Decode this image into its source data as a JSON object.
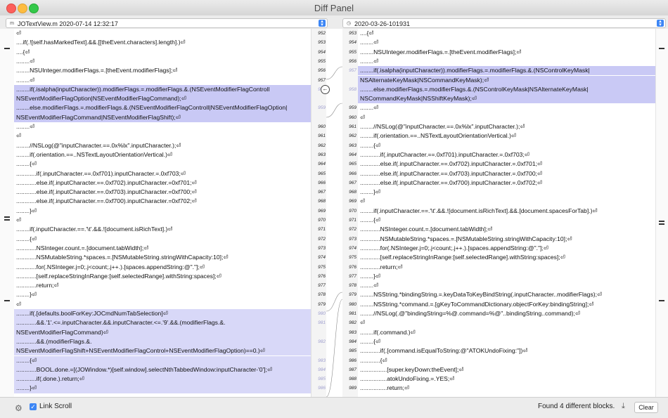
{
  "window": {
    "title": "Diff Panel"
  },
  "left_file": {
    "label": "JOTextView.m 2020-07-14 12:32:17"
  },
  "right_file": {
    "label": "2020-03-26-101931"
  },
  "left_lines": [
    {
      "n": "952",
      "t": "⏎",
      "hl": 0
    },
    {
      "n": "953",
      "t": "....if(.![self.hasMarkedText].&&.[[theEvent.characters].length].)⏎",
      "hl": 0
    },
    {
      "n": "954",
      "t": "....{⏎",
      "hl": 0
    },
    {
      "n": "955",
      "t": "........⏎",
      "hl": 0
    },
    {
      "n": "956",
      "t": "........NSUInteger.modifierFlags.=.[theEvent.modifierFlags];⏎",
      "hl": 0
    },
    {
      "n": "957",
      "t": "........⏎",
      "hl": 0
    },
    {
      "n": "958",
      "t": "........if(.isalpha(inputCharacter)).modifierFlags.=.modifierFlags.&.(NSEventModifierFlagControll",
      "hl": 2
    },
    {
      "n": "",
      "t": "NSEventModifierFlagOption|NSEventModifierFlagCommand);⏎",
      "hl": 2
    },
    {
      "n": "959",
      "t": "........else.modifierFlags.=.modifierFlags.&.(NSEventModifierFlagControll|NSEventModifierFlagOption|",
      "hl": 2
    },
    {
      "n": "",
      "t": "NSEventModifierFlagCommand|NSEventModifierFlagShift);⏎",
      "hl": 2
    },
    {
      "n": "960",
      "t": "........⏎",
      "hl": 0
    },
    {
      "n": "961",
      "t": "⏎",
      "hl": 0
    },
    {
      "n": "962",
      "t": "........//NSLog(@\"inputCharacter.==.0x%lx\".inputCharacter.);⏎",
      "hl": 0
    },
    {
      "n": "963",
      "t": "........if(.orientation.==..NSTextLayoutOrientationVertical.)⏎",
      "hl": 0
    },
    {
      "n": "964",
      "t": "........{⏎",
      "hl": 0
    },
    {
      "n": "965",
      "t": "............if(.inputCharacter.==.0xf701).inputCharacter.=.0xf703;⏎",
      "hl": 0
    },
    {
      "n": "966",
      "t": "............else.if(.inputCharacter.==.0xf702).inputCharacter.=0xf701;⏎",
      "hl": 0
    },
    {
      "n": "967",
      "t": "............else.if(.inputCharacter.==.0xf703).inputCharacter.=0xf700;⏎",
      "hl": 0
    },
    {
      "n": "968",
      "t": "............else.if(.inputCharacter.==.0xf700).inputCharacter.=0xf702;⏎",
      "hl": 0
    },
    {
      "n": "969",
      "t": "........}⏎",
      "hl": 0
    },
    {
      "n": "970",
      "t": "⏎",
      "hl": 0
    },
    {
      "n": "971",
      "t": "........if(.inputCharacter.==.'\\t'.&&.![document.isRichText].)⏎",
      "hl": 0
    },
    {
      "n": "972",
      "t": "........{⏎",
      "hl": 0
    },
    {
      "n": "973",
      "t": "............NSInteger.count.=.[document.tabWidth];⏎",
      "hl": 0
    },
    {
      "n": "974",
      "t": "............NSMutableString.*spaces.=.[NSMutableString.stringWithCapacity:10];⏎",
      "hl": 0
    },
    {
      "n": "975",
      "t": "............for(.NSInteger.j=0;.j<count;.j++.).[spaces.appendString:@\".\"];⏎",
      "hl": 0
    },
    {
      "n": "976",
      "t": "............[self.replaceStringInRange:[self.selectedRange].withString:spaces];⏎",
      "hl": 0
    },
    {
      "n": "977",
      "t": "............return;⏎",
      "hl": 0
    },
    {
      "n": "978",
      "t": "........}⏎",
      "hl": 0
    },
    {
      "n": "979",
      "t": "⏎",
      "hl": 0
    },
    {
      "n": "980",
      "t": "........if(.[defaults.boolForKey:JOCmdNumTabSelection]⏎",
      "hl": 1
    },
    {
      "n": "981",
      "t": "............&&.'1'.<=.inputCharacter.&&.inputCharacter.<=.'9'.&&.(modifierFlags.&.",
      "hl": 1
    },
    {
      "n": "",
      "t": "NSEventModifierFlagCommand)⏎",
      "hl": 1
    },
    {
      "n": "982",
      "t": "............&&.(modifierFlags.&.",
      "hl": 1
    },
    {
      "n": "",
      "t": "NSEventModifierFlagShift+NSEventModifierFlagControl+NSEventModifierFlagOption)==0.)⏎",
      "hl": 1
    },
    {
      "n": "983",
      "t": "........{⏎",
      "hl": 1
    },
    {
      "n": "984",
      "t": "............BOOL.done.=[(JOWindow.*)[self.window].selectNthTabbedWindow:inputCharacter-'0'];⏎",
      "hl": 1
    },
    {
      "n": "985",
      "t": "............if(.done.).return;⏎",
      "hl": 1
    },
    {
      "n": "986",
      "t": "........}⏎",
      "hl": 1
    }
  ],
  "right_lines": [
    {
      "n": "953",
      "t": "....{⏎",
      "hl": 0
    },
    {
      "n": "954",
      "t": "........⏎",
      "hl": 0
    },
    {
      "n": "955",
      "t": "........NSUInteger.modifierFlags.=.[theEvent.modifierFlags];⏎",
      "hl": 0
    },
    {
      "n": "956",
      "t": "........⏎",
      "hl": 0
    },
    {
      "n": "957",
      "t": "........if(.isalpha(inputCharacter)).modifierFlags.=.modifierFlags.&.(NSControlKeyMask|",
      "hl": 2
    },
    {
      "n": "",
      "t": "NSAlternateKeyMask|NSCommandKeyMask);⏎",
      "hl": 2
    },
    {
      "n": "958",
      "t": "........else.modifierFlags.=.modifierFlags.&.(NSControlKeyMask|NSAlternateKeyMask|",
      "hl": 2
    },
    {
      "n": "",
      "t": "NSCommandKeyMask|NSShiftKeyMask);⏎",
      "hl": 2
    },
    {
      "n": "959",
      "t": "........⏎",
      "hl": 0
    },
    {
      "n": "960",
      "t": "⏎",
      "hl": 0
    },
    {
      "n": "961",
      "t": "........//NSLog(@\"inputCharacter.==.0x%lx\".inputCharacter.);⏎",
      "hl": 0
    },
    {
      "n": "962",
      "t": "........if(.orientation.==..NSTextLayoutOrientationVertical.)⏎",
      "hl": 0
    },
    {
      "n": "963",
      "t": "........{⏎",
      "hl": 0
    },
    {
      "n": "964",
      "t": "............if(.inputCharacter.==.0xf701).inputCharacter.=.0xf703;⏎",
      "hl": 0
    },
    {
      "n": "965",
      "t": "............else.if(.inputCharacter.==.0xf702).inputCharacter.=.0xf701;⏎",
      "hl": 0
    },
    {
      "n": "966",
      "t": "............else.if(.inputCharacter.==.0xf703).inputCharacter.=.0xf700;⏎",
      "hl": 0
    },
    {
      "n": "967",
      "t": "............else.if(.inputCharacter.==.0xf700).inputCharacter.=.0xf702;⏎",
      "hl": 0
    },
    {
      "n": "968",
      "t": "........}⏎",
      "hl": 0
    },
    {
      "n": "969",
      "t": "⏎",
      "hl": 0
    },
    {
      "n": "970",
      "t": "........if(.inputCharacter.==.'\\t'.&&.![document.isRichText].&&.[document.spacesForTab].)⏎",
      "hl": 0
    },
    {
      "n": "971",
      "t": "........{⏎",
      "hl": 0
    },
    {
      "n": "972",
      "t": "............NSInteger.count.=.[document.tabWidth];⏎",
      "hl": 0
    },
    {
      "n": "973",
      "t": "............NSMutableString.*spaces.=.[NSMutableString.stringWithCapacity:10];⏎",
      "hl": 0
    },
    {
      "n": "974",
      "t": "............for(.NSInteger.j=0;.j<count;.j++.).[spaces.appendString:@\".\"];⏎",
      "hl": 0
    },
    {
      "n": "975",
      "t": "............[self.replaceStringInRange:[self.selectedRange].withString:spaces];⏎",
      "hl": 0
    },
    {
      "n": "976",
      "t": "............return;⏎",
      "hl": 0
    },
    {
      "n": "977",
      "t": "........}⏎",
      "hl": 0
    },
    {
      "n": "978",
      "t": "........⏎",
      "hl": 0
    },
    {
      "n": "979",
      "t": "........NSString.*bindingString.=.keyDataToKeyBindString(.inputCharacter..modifierFlags);⏎",
      "hl": 0
    },
    {
      "n": "980",
      "t": "........NSString.*command.=.[gKeyToCommandDictionary.objectForKey:bindingString];⏎",
      "hl": 0
    },
    {
      "n": "981",
      "t": "........//NSLog(.@\"bindingString=%@.command=%@\"..bindingString..command);⏎",
      "hl": 0
    },
    {
      "n": "982",
      "t": "⏎",
      "hl": 0
    },
    {
      "n": "983",
      "t": "........if(.command.)⏎",
      "hl": 0
    },
    {
      "n": "984",
      "t": "........{⏎",
      "hl": 0
    },
    {
      "n": "985",
      "t": "............if(.[command.isEqualToString:@\"ATOKUndoFixing:\"])⏎",
      "hl": 0
    },
    {
      "n": "986",
      "t": "............{⏎",
      "hl": 0
    },
    {
      "n": "987",
      "t": "................[super.keyDown:theEvent];⏎",
      "hl": 0
    },
    {
      "n": "988",
      "t": "................atokUndoFixing.=.YES;⏎",
      "hl": 0
    },
    {
      "n": "989",
      "t": "................return;⏎",
      "hl": 0
    }
  ],
  "status": {
    "link_scroll_label": "Link Scroll",
    "link_scroll_checked": true,
    "found_text": "Found 4 different blocks.",
    "clear_label": "Clear"
  },
  "icons": {
    "gear": "gear-icon",
    "download": "download-icon",
    "merge": "merge-arrow-icon"
  },
  "colors": {
    "highlight": "#d8d8f8",
    "highlight_strong": "#c9c9f5",
    "accent": "#3d86f5"
  }
}
